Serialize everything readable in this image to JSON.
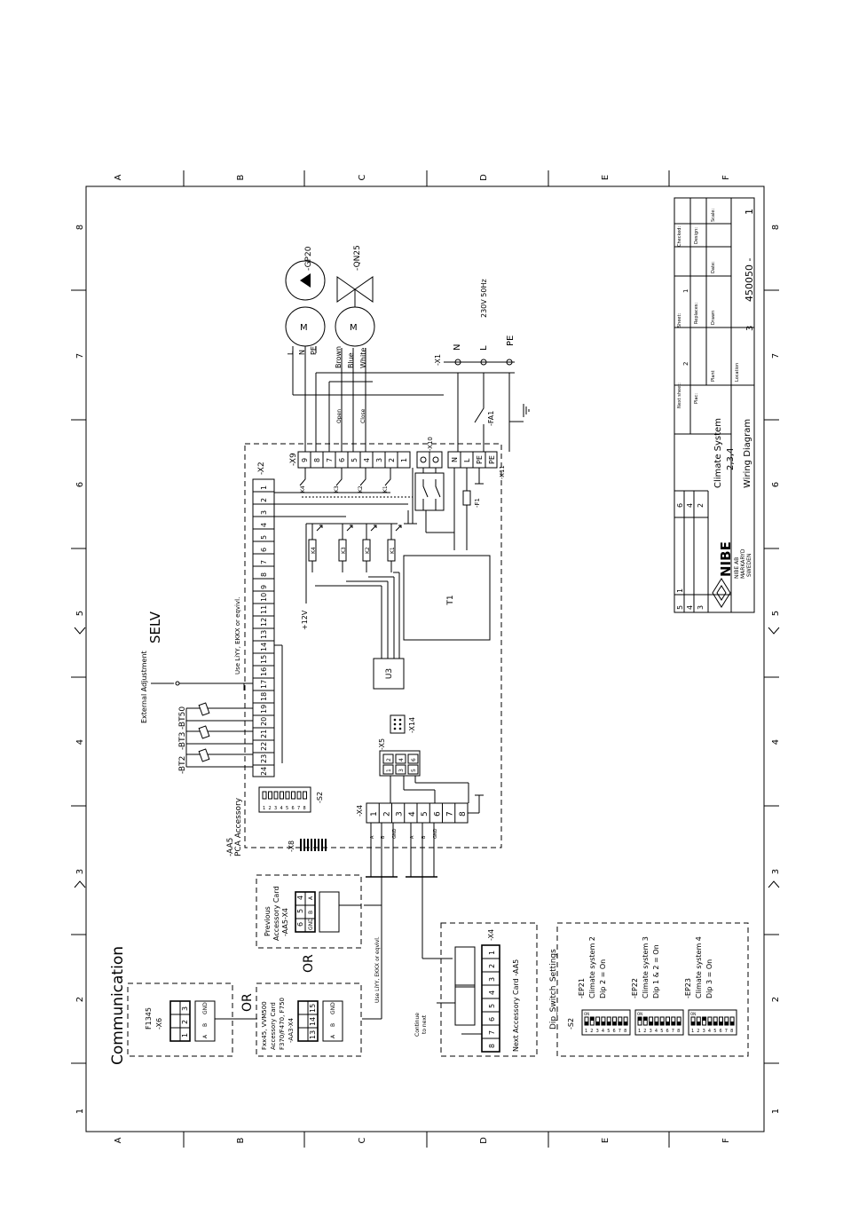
{
  "border": {
    "cols": [
      "A",
      "B",
      "C",
      "D",
      "E",
      "F"
    ],
    "rows": [
      "1",
      "2",
      "3",
      "4",
      "5",
      "6",
      "7",
      "8"
    ]
  },
  "titles": {
    "communication": "Communication",
    "selv": "SELV",
    "or1": "OR",
    "or2": "OR",
    "dip_settings": "Dip_Switch_Settings"
  },
  "power": {
    "voltage": "230V 50Hz",
    "x1": "-X1",
    "n": "N",
    "l": "L",
    "pe": "PE",
    "fa1": "-FA1",
    "f1": "-F1",
    "x10": "-X10",
    "x11": "-X11",
    "terms": [
      "N",
      "L",
      "PE",
      "PE"
    ]
  },
  "motors": {
    "gp20": "-GP20",
    "qn25": "-QN25",
    "motor_label": "M",
    "pump_wires": [
      "L",
      "N",
      "PE"
    ],
    "valve_wires": [
      "Brown",
      "Blue",
      "White"
    ],
    "open": "Open",
    "close": "Close"
  },
  "x9": {
    "label": "-X9",
    "terminals": [
      "9",
      "8",
      "7",
      "6",
      "5",
      "4",
      "3",
      "2",
      "1"
    ],
    "relays": [
      "K4",
      "K3",
      "K2",
      "K1"
    ]
  },
  "x2": {
    "label": "-X2",
    "terminals": [
      "1",
      "2",
      "3",
      "4",
      "5",
      "6",
      "7",
      "8",
      "9",
      "10",
      "11",
      "12",
      "13",
      "14",
      "15",
      "16",
      "17",
      "18",
      "19",
      "20",
      "21",
      "22",
      "23",
      "24"
    ],
    "cable": "Use LiYY, EKKX or eqvivl.",
    "ext": "External Adjustment",
    "sensors": [
      "-BT50",
      "-BT3",
      "-BT2"
    ]
  },
  "board": {
    "aa5": "-AA5",
    "pca": "PCA Accessory",
    "x8": "-X8",
    "s2": "-S2",
    "x14": "-X14",
    "x5": "-X5",
    "x5_nums": [
      "2",
      "1",
      "4",
      "3",
      "6",
      "5"
    ],
    "x4": "-X4",
    "x4_terms": [
      "1",
      "2",
      "3",
      "4",
      "5",
      "6",
      "7",
      "8"
    ],
    "x4_labels": [
      "A",
      "B",
      "GND",
      "A",
      "B",
      "GND"
    ],
    "t1": "T1",
    "u3": "U3",
    "plus12": "+12V"
  },
  "previous": {
    "title1": "Previous",
    "title2": "Accessory Card",
    "title3": "-AA5-X4",
    "terms": [
      "4",
      "5",
      "6"
    ],
    "labels": [
      "A",
      "B",
      "GND"
    ]
  },
  "f1345": {
    "title": "F1345",
    "x6": "-X6",
    "terms": [
      "3",
      "2",
      "1"
    ],
    "labels": [
      "GND",
      "B",
      "A"
    ]
  },
  "fxx": {
    "line1": "Fxx45, VVM500",
    "line2": "Accessory Card",
    "line3": "F370/F470, F750",
    "line4": "-AA3-X4",
    "terms": [
      "15",
      "14",
      "13"
    ],
    "labels": [
      "GND",
      "B",
      "A"
    ],
    "cable": "Use LiYY, EKKX or eqvivl."
  },
  "next": {
    "title": "Next Accessory Card -AA5",
    "x4": "-X4",
    "terms": [
      "1",
      "2",
      "3",
      "4",
      "5",
      "6",
      "7",
      "8"
    ],
    "continue1": "Continue",
    "continue2": "to next"
  },
  "dip": {
    "s2": "-S2",
    "on": "ON",
    "groups": [
      {
        "id": "-EP21",
        "line1": "Climate system 2",
        "line2": "Dip 2 = On"
      },
      {
        "id": "-EP22",
        "line1": "Climate system 3",
        "line2": "Dip 1 & 2 = On"
      },
      {
        "id": "-EP23",
        "line1": "Climate system 4",
        "line2": "Dip 3 = On"
      }
    ],
    "nums": [
      "1",
      "2",
      "3",
      "4",
      "5",
      "6",
      "7",
      "8"
    ]
  },
  "titleblock": {
    "rev": [
      "5",
      "4",
      "3",
      "2",
      "1"
    ],
    "rev_mid": [
      "6",
      "4",
      "2"
    ],
    "company": "NIBE AB",
    "city": "MARKARYD",
    "country": "SWEDEN",
    "logo": "NIBE",
    "title1": "Climate System",
    "title2": "2,3,4",
    "title3": "Wiring Diagram",
    "next_sheet": "Next sheet:",
    "next_sheet_val": "2",
    "sheet": "Sheet:",
    "sheet_val": "1",
    "checked": "Checked:",
    "plac": "Plac:",
    "replaces": "Replaces:",
    "design": "Design:",
    "plant": "Plant",
    "drawn": "Drawn",
    "date": "Date:",
    "scale": "Scale:",
    "location": "Location",
    "loc_val": "3",
    "docno": "450050 -",
    "docno2": "1"
  }
}
